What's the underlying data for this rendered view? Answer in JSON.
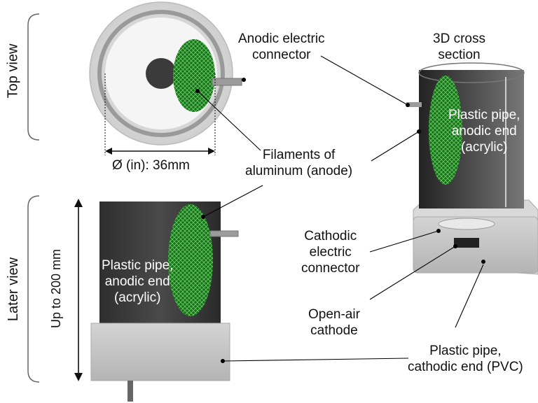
{
  "section_labels": {
    "top_view": "Top view",
    "later_view": "Later view"
  },
  "labels": {
    "cross_section_line1": "3D cross",
    "cross_section_line2": "section",
    "anodic_connector_line1": "Anodic electric",
    "anodic_connector_line2": "connector",
    "filaments_line1": "Filaments of",
    "filaments_line2": "aluminum (anode)",
    "diameter": "Ø (in): 36mm",
    "height": "Up to 200 mm",
    "pipe_anodic_line1": "Plastic pipe,",
    "pipe_anodic_line2": "anodic end",
    "pipe_anodic_line3": "(acrylic)",
    "cathodic_connector_line1": "Cathodic",
    "cathodic_connector_line2": "electric",
    "cathodic_connector_line3": "connector",
    "open_air_line1": "Open-air",
    "open_air_line2": "cathode",
    "pipe_cathodic_line1": "Plastic pipe,",
    "pipe_cathodic_line2": "cathodic end (PVC)"
  },
  "colors": {
    "anode_green": "#2f8a2f",
    "pipe_dark": "#3a3a3a",
    "pvc_gray": "#c8c8c8",
    "leader_line": "#000000"
  }
}
